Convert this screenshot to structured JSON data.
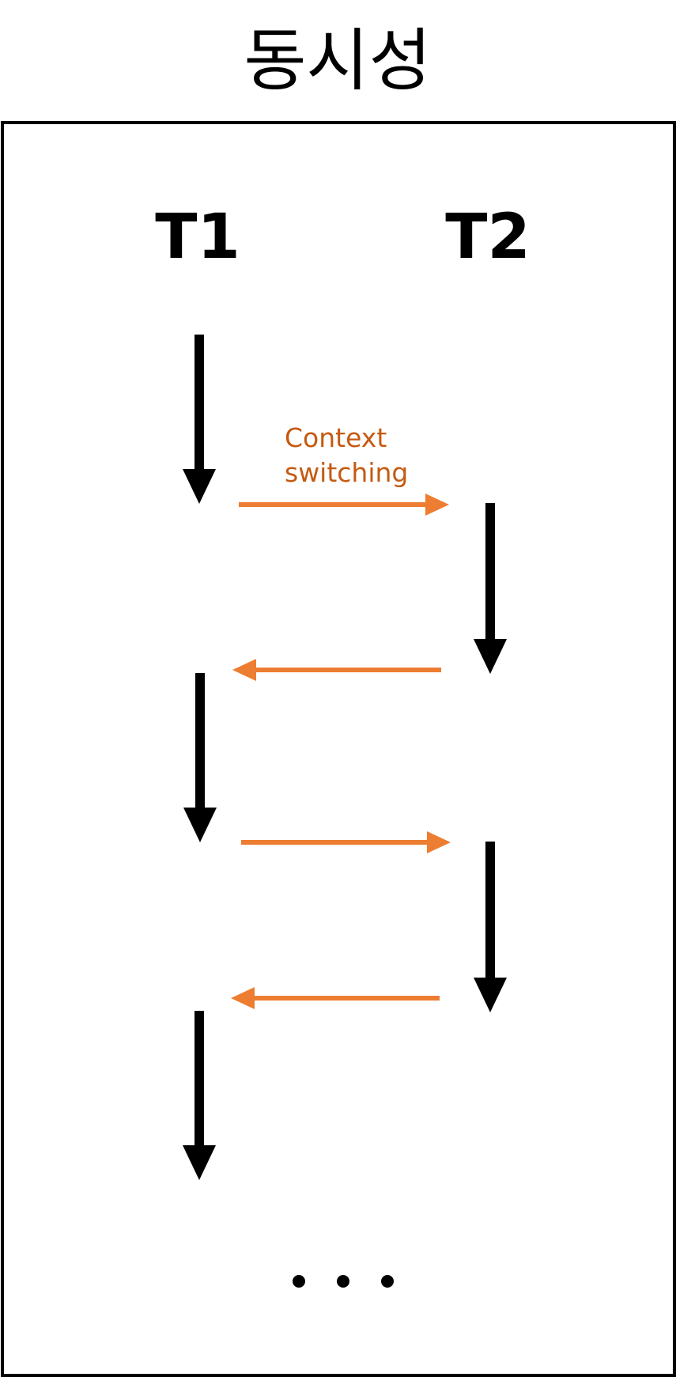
{
  "title": "동시성",
  "threads": [
    {
      "label": "T1"
    },
    {
      "label": "T2"
    }
  ],
  "context_switch_label": [
    "Context",
    "switching"
  ],
  "colors": {
    "execution": "#000000",
    "switch": "#ed7d31",
    "switch_text": "#c55a11"
  },
  "execution_steps": [
    "T1",
    "T2",
    "T1",
    "T2",
    "T1"
  ],
  "context_switches": [
    "T1→T2",
    "T2→T1",
    "T1→T2",
    "T2→T1"
  ],
  "continuation_icon": "ellipsis-icon"
}
